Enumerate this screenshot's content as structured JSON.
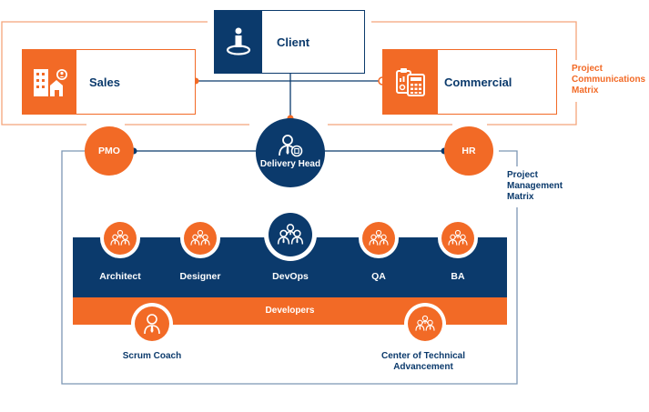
{
  "colors": {
    "orange": "#f26a26",
    "navy": "#0b3a6c",
    "light_orange_line": "#f4a57a",
    "steel_line": "#7c96b4"
  },
  "top": {
    "client": {
      "label": "Client",
      "icon": "person-on-target-icon"
    },
    "sales": {
      "label": "Sales",
      "icon": "building-with-person-icon"
    },
    "commercial": {
      "label": "Commercial",
      "icon": "clipboard-calculator-icon"
    }
  },
  "communications_matrix": {
    "label_line1": "Project",
    "label_line2": "Communications",
    "label_line3": "Matrix"
  },
  "middle": {
    "pmo": {
      "label": "PMO"
    },
    "delivery_head": {
      "label": "Delivery Head",
      "icon": "manager-badge-icon"
    },
    "hr": {
      "label": "HR"
    }
  },
  "management_matrix": {
    "label_line1": "Project",
    "label_line2": "Management",
    "label_line3": "Matrix"
  },
  "team": {
    "roles": [
      {
        "label": "Architect",
        "icon": "group-icon"
      },
      {
        "label": "Designer",
        "icon": "group-icon"
      },
      {
        "label": "DevOps",
        "icon": "group-icon"
      },
      {
        "label": "QA",
        "icon": "group-icon"
      },
      {
        "label": "BA",
        "icon": "group-icon"
      }
    ],
    "developers_label": "Developers"
  },
  "bottom": {
    "scrum_coach": {
      "label": "Scrum Coach",
      "icon": "person-icon"
    },
    "cta": {
      "label_line1": "Center of Technical",
      "label_line2": "Advancement",
      "icon": "group-icon"
    }
  }
}
